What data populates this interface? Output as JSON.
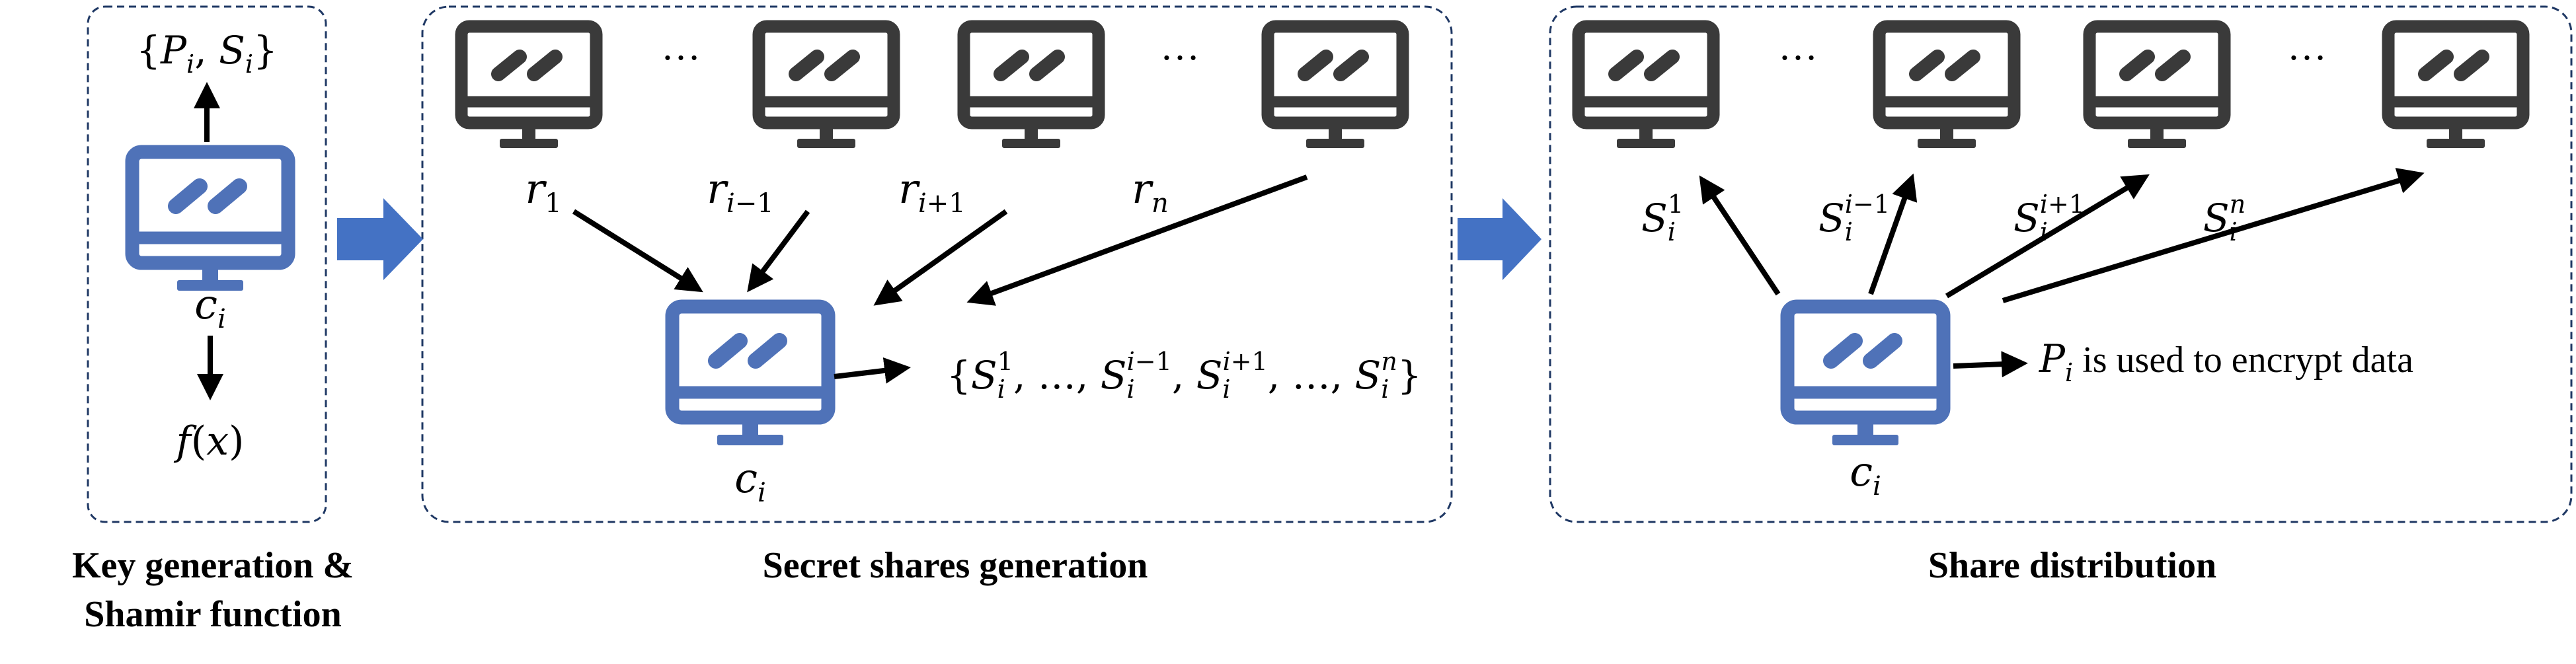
{
  "panels": {
    "key_generation": {
      "caption_line1": "Key generation &",
      "caption_line2": "Shamir function",
      "output_set": "{P_i, S_i}",
      "node_label": "c_i",
      "function_label": "f(x)"
    },
    "secret_shares": {
      "caption": "Secret shares generation",
      "ellipsis": "…",
      "inputs": [
        "r_1",
        "r_{i−1}",
        "r_{i+1}",
        "r_n"
      ],
      "node_label": "c_i",
      "share_set": "{S_i^1, …, S_i^{i−1}, S_i^{i+1}, …, S_i^n}"
    },
    "distribution": {
      "caption": "Share distribution",
      "ellipsis": "…",
      "outputs": [
        "S_i^1",
        "S_i^{i−1}",
        "S_i^{i+1}",
        "S_i^n"
      ],
      "node_label": "c_i",
      "note": "P_i is used to encrypt data"
    }
  },
  "colors": {
    "primary_computer": "#4f72b8",
    "peer_computer": "#3a3a3a",
    "flow_arrow": "#4472c4",
    "panel_border": "#1f3864"
  },
  "icons": [
    "monitor-icon",
    "block-arrow-icon"
  ]
}
